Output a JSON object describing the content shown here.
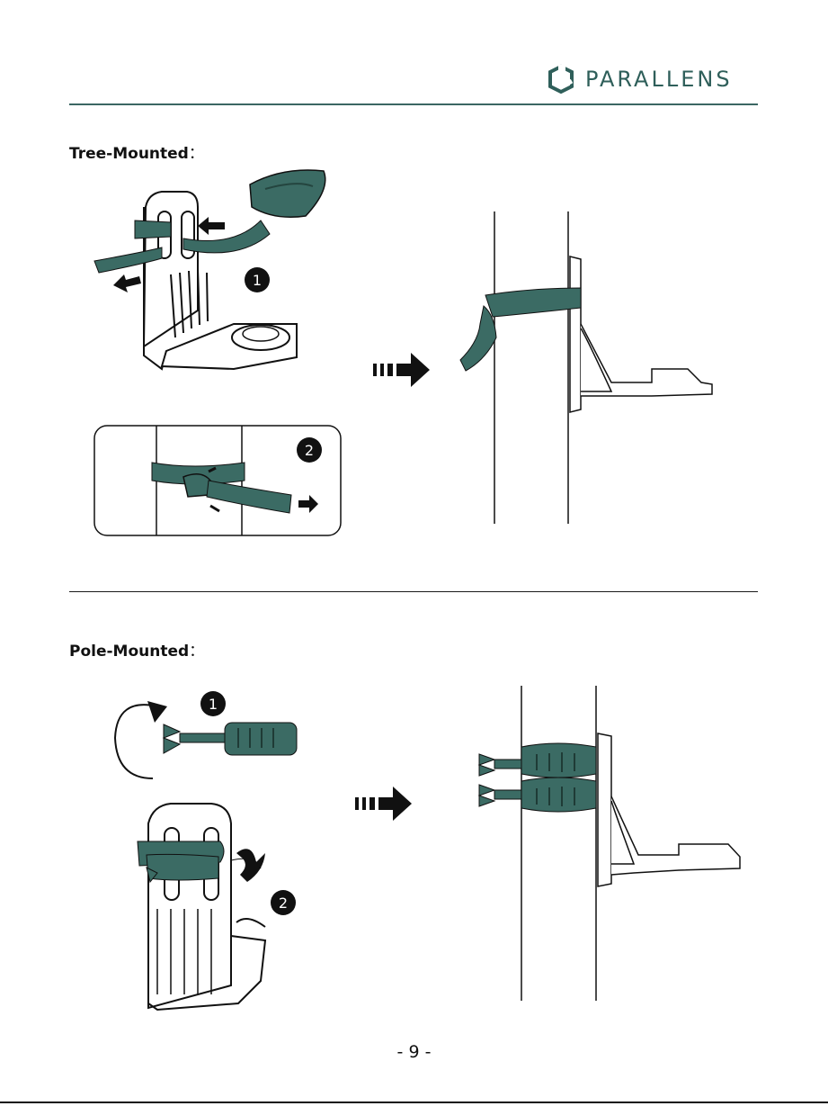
{
  "header": {
    "brand": "PARALLENS",
    "brand_color": "#2f5f5a",
    "logo_icon": "parallens-logo-icon"
  },
  "sections": [
    {
      "title": "Tree-Mounted",
      "colon": "：",
      "steps": [
        "1",
        "2"
      ],
      "icons": [
        "bracket-with-strap-illustration",
        "strap-buckle-tightening-illustration",
        "dashed-right-arrow-icon",
        "tree-mounted-result-illustration"
      ]
    },
    {
      "title": "Pole-Mounted",
      "colon": "：",
      "steps": [
        "1",
        "2"
      ],
      "icons": [
        "rotate-clamp-illustration",
        "bracket-with-clamp-illustration",
        "dashed-right-arrow-icon",
        "pole-mounted-result-illustration"
      ]
    }
  ],
  "footer": {
    "page_number": "- 9 -"
  },
  "colors": {
    "strap_green": "#3b6b64",
    "rule": "#3b6763"
  }
}
